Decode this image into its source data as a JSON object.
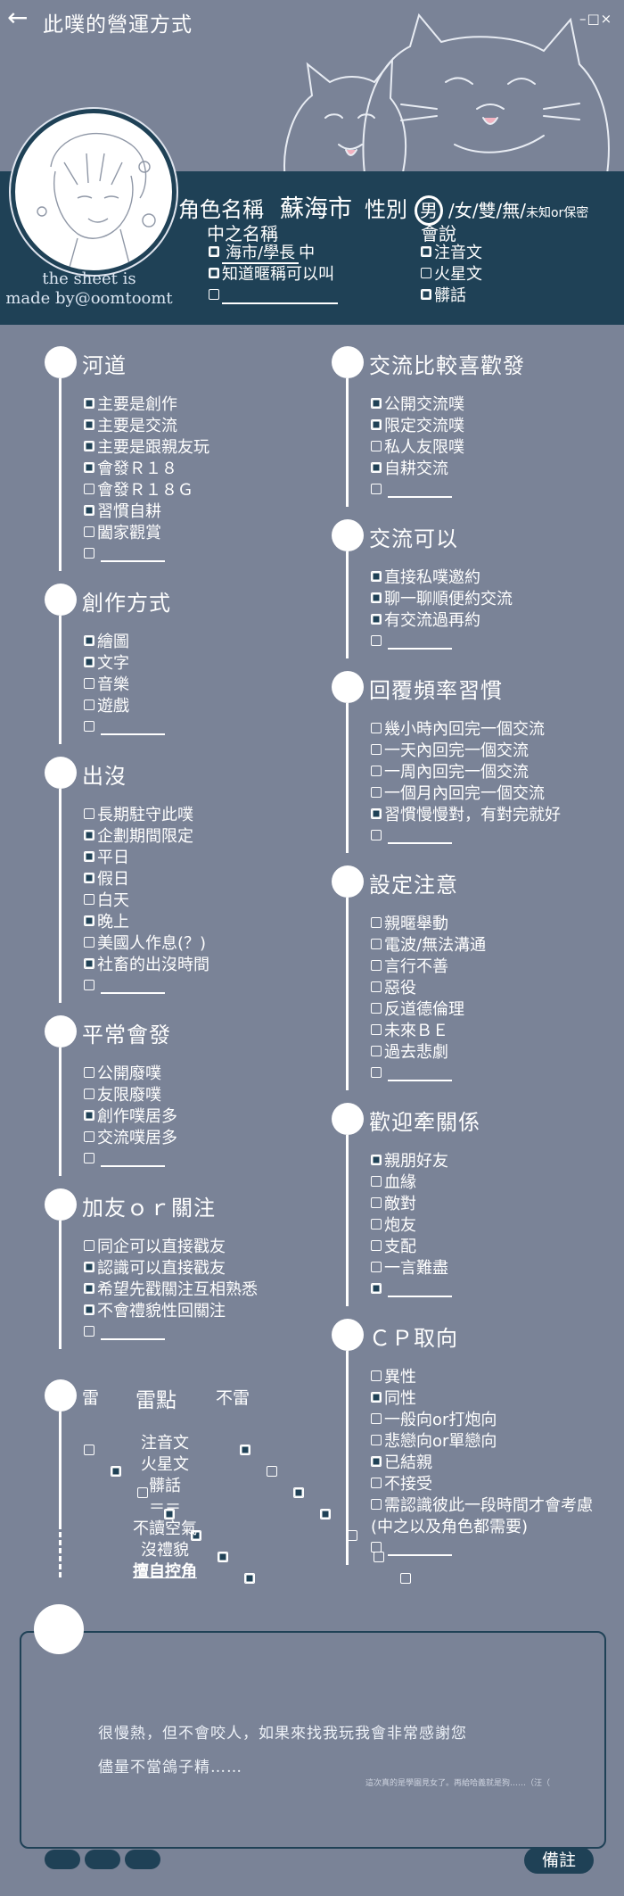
{
  "header": {
    "title": "此噗的營運方式",
    "back_label": "←",
    "window_controls": "–□×"
  },
  "profile": {
    "credit_line1": "the sheet is",
    "credit_line2": "made by@oomtoomt",
    "role_label": "角色名稱",
    "role_name": "蘇海市",
    "gender_label": "性別",
    "gender_selected": "男",
    "gender_options": "/女/雙/無/",
    "gender_small": "未知or保密",
    "nickname_title": "中之名稱",
    "nickname_items": [
      {
        "text": "海市/學長",
        "suffix": "中",
        "checked": true
      },
      {
        "text": "知道暱稱可以叫",
        "checked": true
      },
      {
        "text": "",
        "checked": false
      }
    ],
    "language_title": "會說",
    "language_items": [
      {
        "text": "注音文",
        "checked": true
      },
      {
        "text": "火星文",
        "checked": false
      },
      {
        "text": "髒話",
        "checked": true
      }
    ]
  },
  "left_sections": [
    {
      "title": "河道",
      "items": [
        {
          "text": "主要是創作",
          "checked": true
        },
        {
          "text": "主要是交流",
          "checked": true
        },
        {
          "text": "主要是跟親友玩",
          "checked": true
        },
        {
          "text": "會發Ｒ１８",
          "checked": true
        },
        {
          "text": "會發Ｒ１８Ｇ",
          "checked": false
        },
        {
          "text": "習慣自耕",
          "checked": true
        },
        {
          "text": "闔家觀賞",
          "checked": false
        },
        {
          "text": "",
          "checked": false
        }
      ]
    },
    {
      "title": "創作方式",
      "items": [
        {
          "text": "繪圖",
          "checked": true
        },
        {
          "text": "文字",
          "checked": true
        },
        {
          "text": "音樂",
          "checked": false
        },
        {
          "text": "遊戲",
          "checked": false
        },
        {
          "text": "",
          "checked": false
        }
      ]
    },
    {
      "title": "出沒",
      "items": [
        {
          "text": "長期駐守此噗",
          "checked": false
        },
        {
          "text": "企劃期間限定",
          "checked": true
        },
        {
          "text": "平日",
          "checked": true
        },
        {
          "text": "假日",
          "checked": true
        },
        {
          "text": "白天",
          "checked": false
        },
        {
          "text": "晚上",
          "checked": true
        },
        {
          "text": "美國人作息(？)",
          "checked": false
        },
        {
          "text": "社畜的出沒時間",
          "checked": true
        },
        {
          "text": "",
          "checked": false
        }
      ]
    },
    {
      "title": "平常會發",
      "items": [
        {
          "text": "公開廢噗",
          "checked": false
        },
        {
          "text": "友限廢噗",
          "checked": false
        },
        {
          "text": "創作噗居多",
          "checked": true
        },
        {
          "text": "交流噗居多",
          "checked": false
        },
        {
          "text": "",
          "checked": false
        }
      ]
    },
    {
      "title": "加友ｏｒ關注",
      "items": [
        {
          "text": "同企可以直接戳友",
          "checked": false
        },
        {
          "text": "認識可以直接戳友",
          "checked": true
        },
        {
          "text": "希望先戳關注互相熟悉",
          "checked": true
        },
        {
          "text": "不會禮貌性回關注",
          "checked": true
        },
        {
          "text": "",
          "checked": false
        }
      ]
    }
  ],
  "landmine": {
    "title_left": "雷",
    "title_mid": "雷點",
    "title_right": "不雷",
    "rows": [
      {
        "label": "注音文",
        "mine": false,
        "ok": true
      },
      {
        "label": "火星文",
        "mine": true,
        "ok": false
      },
      {
        "label": "髒話",
        "mine": false,
        "ok": true
      },
      {
        "label": "＝＝",
        "mine": true,
        "ok": true
      },
      {
        "label": "不讀空氣",
        "mine": true,
        "ok": false
      },
      {
        "label": "沒禮貌",
        "mine": true,
        "ok": false
      },
      {
        "label": "擅自控角",
        "mine": true,
        "ok": false
      }
    ]
  },
  "right_sections": [
    {
      "title": "交流比較喜歡發",
      "items": [
        {
          "text": "公開交流噗",
          "checked": true
        },
        {
          "text": "限定交流噗",
          "checked": true
        },
        {
          "text": "私人友限噗",
          "checked": false
        },
        {
          "text": "自耕交流",
          "checked": true
        },
        {
          "text": "",
          "checked": false
        }
      ]
    },
    {
      "title": "交流可以",
      "items": [
        {
          "text": "直接私噗邀約",
          "checked": true
        },
        {
          "text": "聊一聊順便約交流",
          "checked": true
        },
        {
          "text": "有交流過再約",
          "checked": true
        },
        {
          "text": "",
          "checked": false
        }
      ]
    },
    {
      "title": "回覆頻率習慣",
      "items": [
        {
          "text": "幾小時內回完一個交流",
          "checked": false
        },
        {
          "text": "一天內回完一個交流",
          "checked": false
        },
        {
          "text": "一周內回完一個交流",
          "checked": false
        },
        {
          "text": "一個月內回完一個交流",
          "checked": false
        },
        {
          "text": "習慣慢慢對，有對完就好",
          "checked": true
        },
        {
          "text": "",
          "checked": false
        }
      ]
    },
    {
      "title": "設定注意",
      "items": [
        {
          "text": "親暱舉動",
          "checked": false
        },
        {
          "text": "電波/無法溝通",
          "checked": false
        },
        {
          "text": "言行不善",
          "checked": false
        },
        {
          "text": "惡役",
          "checked": false
        },
        {
          "text": "反道德倫理",
          "checked": false
        },
        {
          "text": "未來ＢＥ",
          "checked": false
        },
        {
          "text": "過去悲劇",
          "checked": false
        },
        {
          "text": "",
          "checked": false
        }
      ]
    },
    {
      "title": "歡迎牽關係",
      "items": [
        {
          "text": "親朋好友",
          "checked": true
        },
        {
          "text": "血緣",
          "checked": false
        },
        {
          "text": "敵對",
          "checked": false
        },
        {
          "text": "炮友",
          "checked": false
        },
        {
          "text": "支配",
          "checked": false
        },
        {
          "text": "一言難盡",
          "checked": false
        },
        {
          "text": "",
          "checked": true
        }
      ]
    },
    {
      "title": "ＣＰ取向",
      "items": [
        {
          "text": "異性",
          "checked": false
        },
        {
          "text": "同性",
          "checked": true
        },
        {
          "text": "一般向or打炮向",
          "checked": false
        },
        {
          "text": "悲戀向or單戀向",
          "checked": false
        },
        {
          "text": "已結親",
          "checked": true
        },
        {
          "text": "不接受",
          "checked": false
        },
        {
          "text": "需認識彼此一段時間才會考慮",
          "checked": false
        },
        {
          "text": "(中之以及角色都需要)",
          "nobox": true
        },
        {
          "text": "",
          "checked": false
        }
      ]
    }
  ],
  "notes": {
    "line1": "很慢熱，但不會咬人，如果來找我玩我會非常感謝您",
    "line2": "儘量不當鴿子精……",
    "tiny": "這次真的是學園見女了。再給哈義就是狗……（汪（",
    "remark_button": "備註"
  },
  "colors": {
    "background": "#7a8397",
    "band": "#1f4156",
    "line": "#ffffff"
  }
}
